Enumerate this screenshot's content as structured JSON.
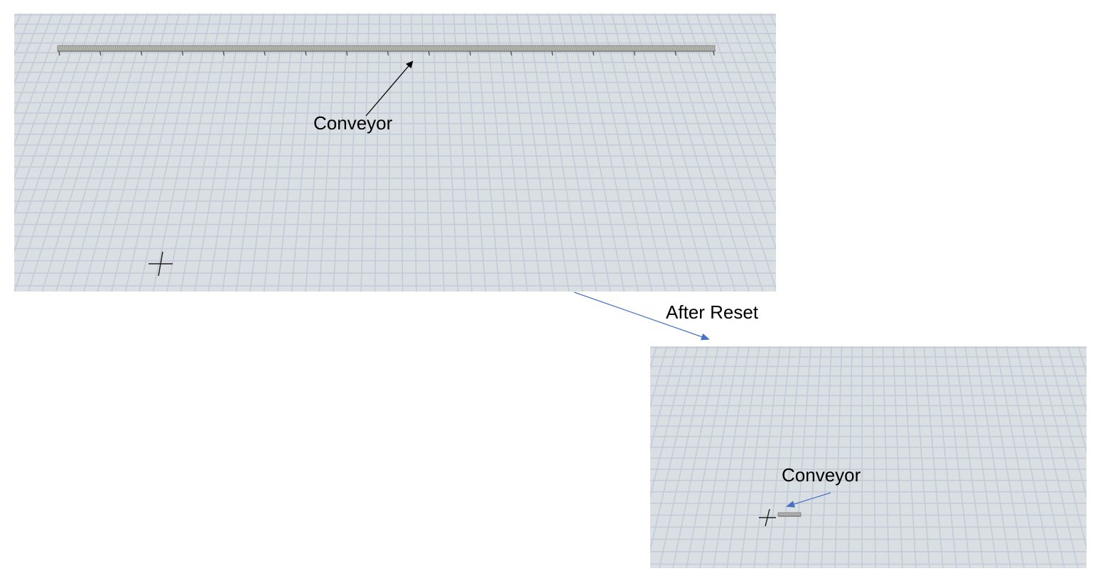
{
  "annotations": {
    "before_conveyor_label": "Conveyor",
    "after_reset_label": "After Reset",
    "after_conveyor_label": "Conveyor"
  },
  "panels": [
    {
      "id": "before-reset",
      "description": "3D model view with long conveyor"
    },
    {
      "id": "after-reset",
      "description": "3D model view after reset, conveyor short near origin"
    }
  ],
  "colors": {
    "floor": "#dadfe3",
    "grid_line": "#c3cbd9",
    "conveyor": "#9a9a98",
    "black_arrow": "#000000",
    "blue_arrow": "#4472c4"
  },
  "objects": {
    "origin_marker_icon": "crosshair-icon",
    "conveyor_leg_count_before": 17
  }
}
